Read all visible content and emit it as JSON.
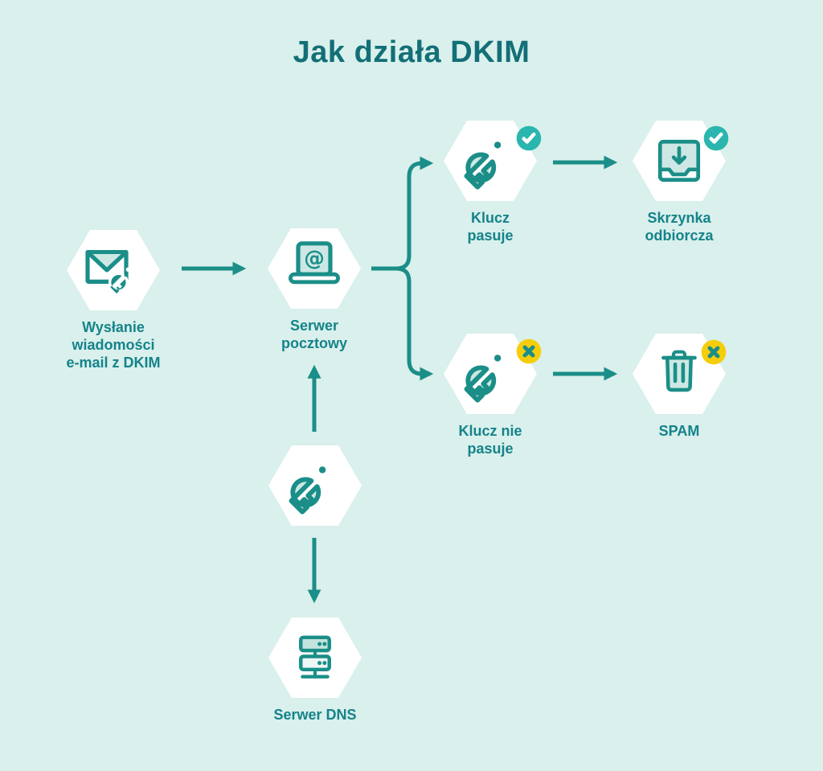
{
  "title": "Jak działa DKIM",
  "nodes": {
    "email": {
      "label": "Wysłanie\nwiadomości\ne-mail z DKIM",
      "icon": "envelope-with-key-icon"
    },
    "mail_server": {
      "label": "Serwer\npocztowy",
      "icon": "laptop-email-icon"
    },
    "key_match": {
      "label": "Klucz\npasuje",
      "icon": "key-icon",
      "badge": "check"
    },
    "inbox": {
      "label": "Skrzynka\nodbiorcza",
      "icon": "inbox-icon",
      "badge": "check"
    },
    "key_mismatch": {
      "label": "Klucz nie\npasuje",
      "icon": "key-icon",
      "badge": "x"
    },
    "spam": {
      "label": "SPAM",
      "icon": "trash-icon",
      "badge": "x"
    },
    "dns_key": {
      "label": "",
      "icon": "key-icon"
    },
    "dns_server": {
      "label": "Serwer DNS",
      "icon": "server-stack-icon"
    }
  },
  "icons": {
    "at_symbol": "@"
  },
  "colors": {
    "background": "#d9f0ec",
    "hexagon": "#ffffff",
    "outline_teal": "#1b8e88",
    "icon_fill": "#cde8e4",
    "title_text": "#136f77",
    "label_text": "#15838a",
    "badge_success": "#2ab6ae",
    "badge_error": "#f6cd0b"
  }
}
